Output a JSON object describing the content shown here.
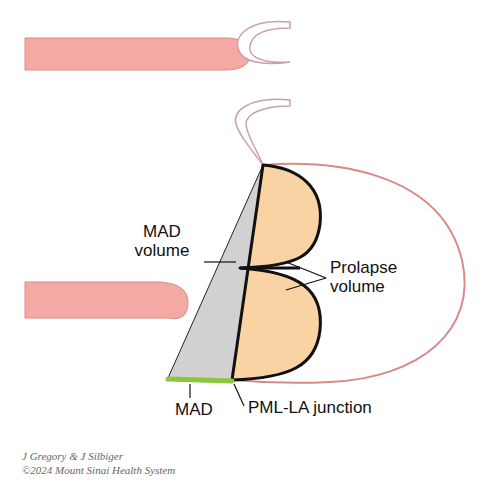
{
  "diagram": {
    "labels": [
      "MAD volume",
      "Prolapse volume",
      "MAD",
      "PML-LA junction",
      "J Gregory & J Silbiger",
      "©2024 Mount Sinai Health System"
    ]
  }
}
